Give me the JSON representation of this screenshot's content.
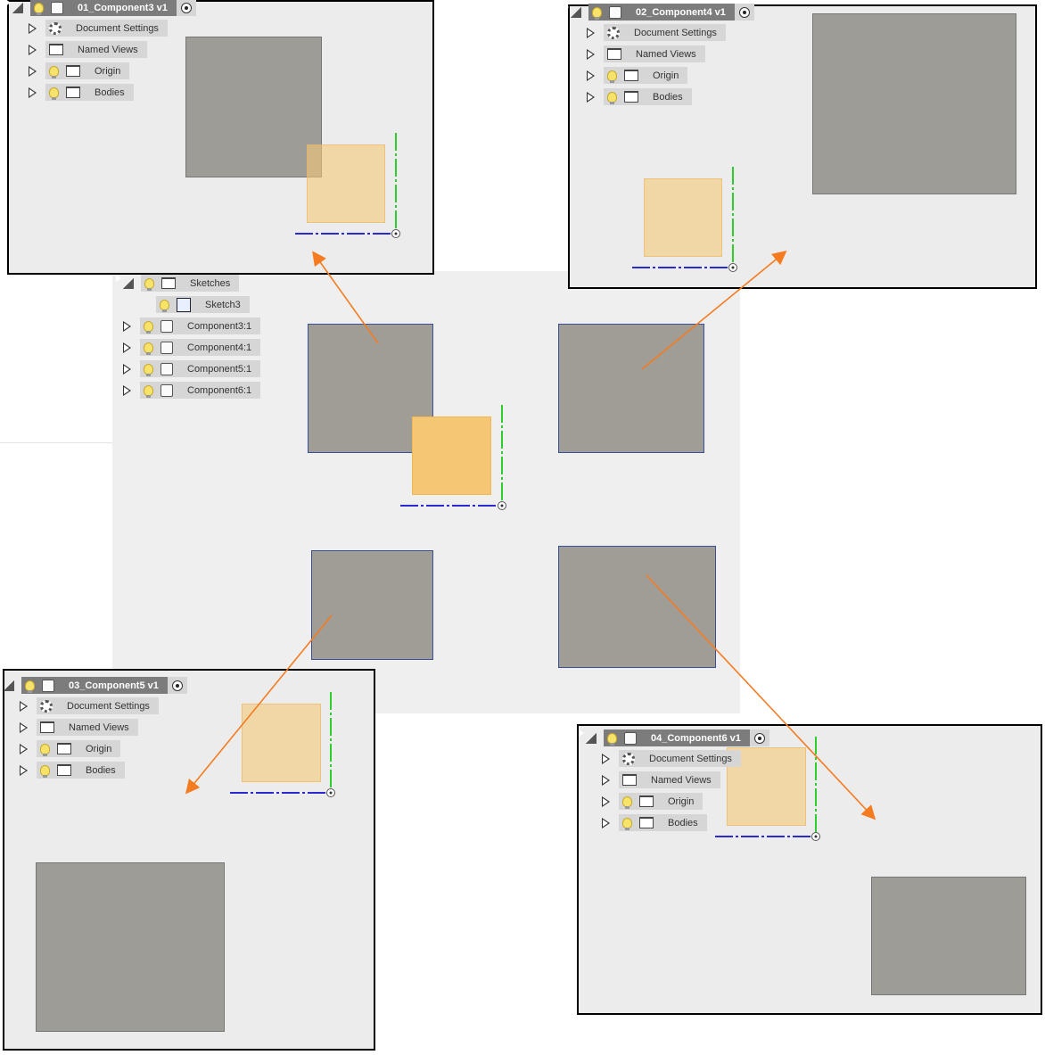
{
  "panels": [
    {
      "title": "01_Component3 v1",
      "items": [
        "Document Settings",
        "Named Views",
        "Origin",
        "Bodies"
      ]
    },
    {
      "title": "02_Component4 v1",
      "items": [
        "Document Settings",
        "Named Views",
        "Origin",
        "Bodies"
      ]
    },
    {
      "title": "03_Component5 v1",
      "items": [
        "Document Settings",
        "Named Views",
        "Origin",
        "Bodies"
      ]
    },
    {
      "title": "04_Component6 v1",
      "items": [
        "Document Settings",
        "Named Views",
        "Origin",
        "Bodies"
      ]
    }
  ],
  "main_tree": {
    "sketches": "Sketches",
    "sketch": "Sketch3",
    "components": [
      "Component3:1",
      "Component4:1",
      "Component5:1",
      "Component6:1"
    ]
  },
  "colors": {
    "arrow": "#f47b20",
    "body": "#a09d96",
    "sketch": "#f5c774"
  }
}
